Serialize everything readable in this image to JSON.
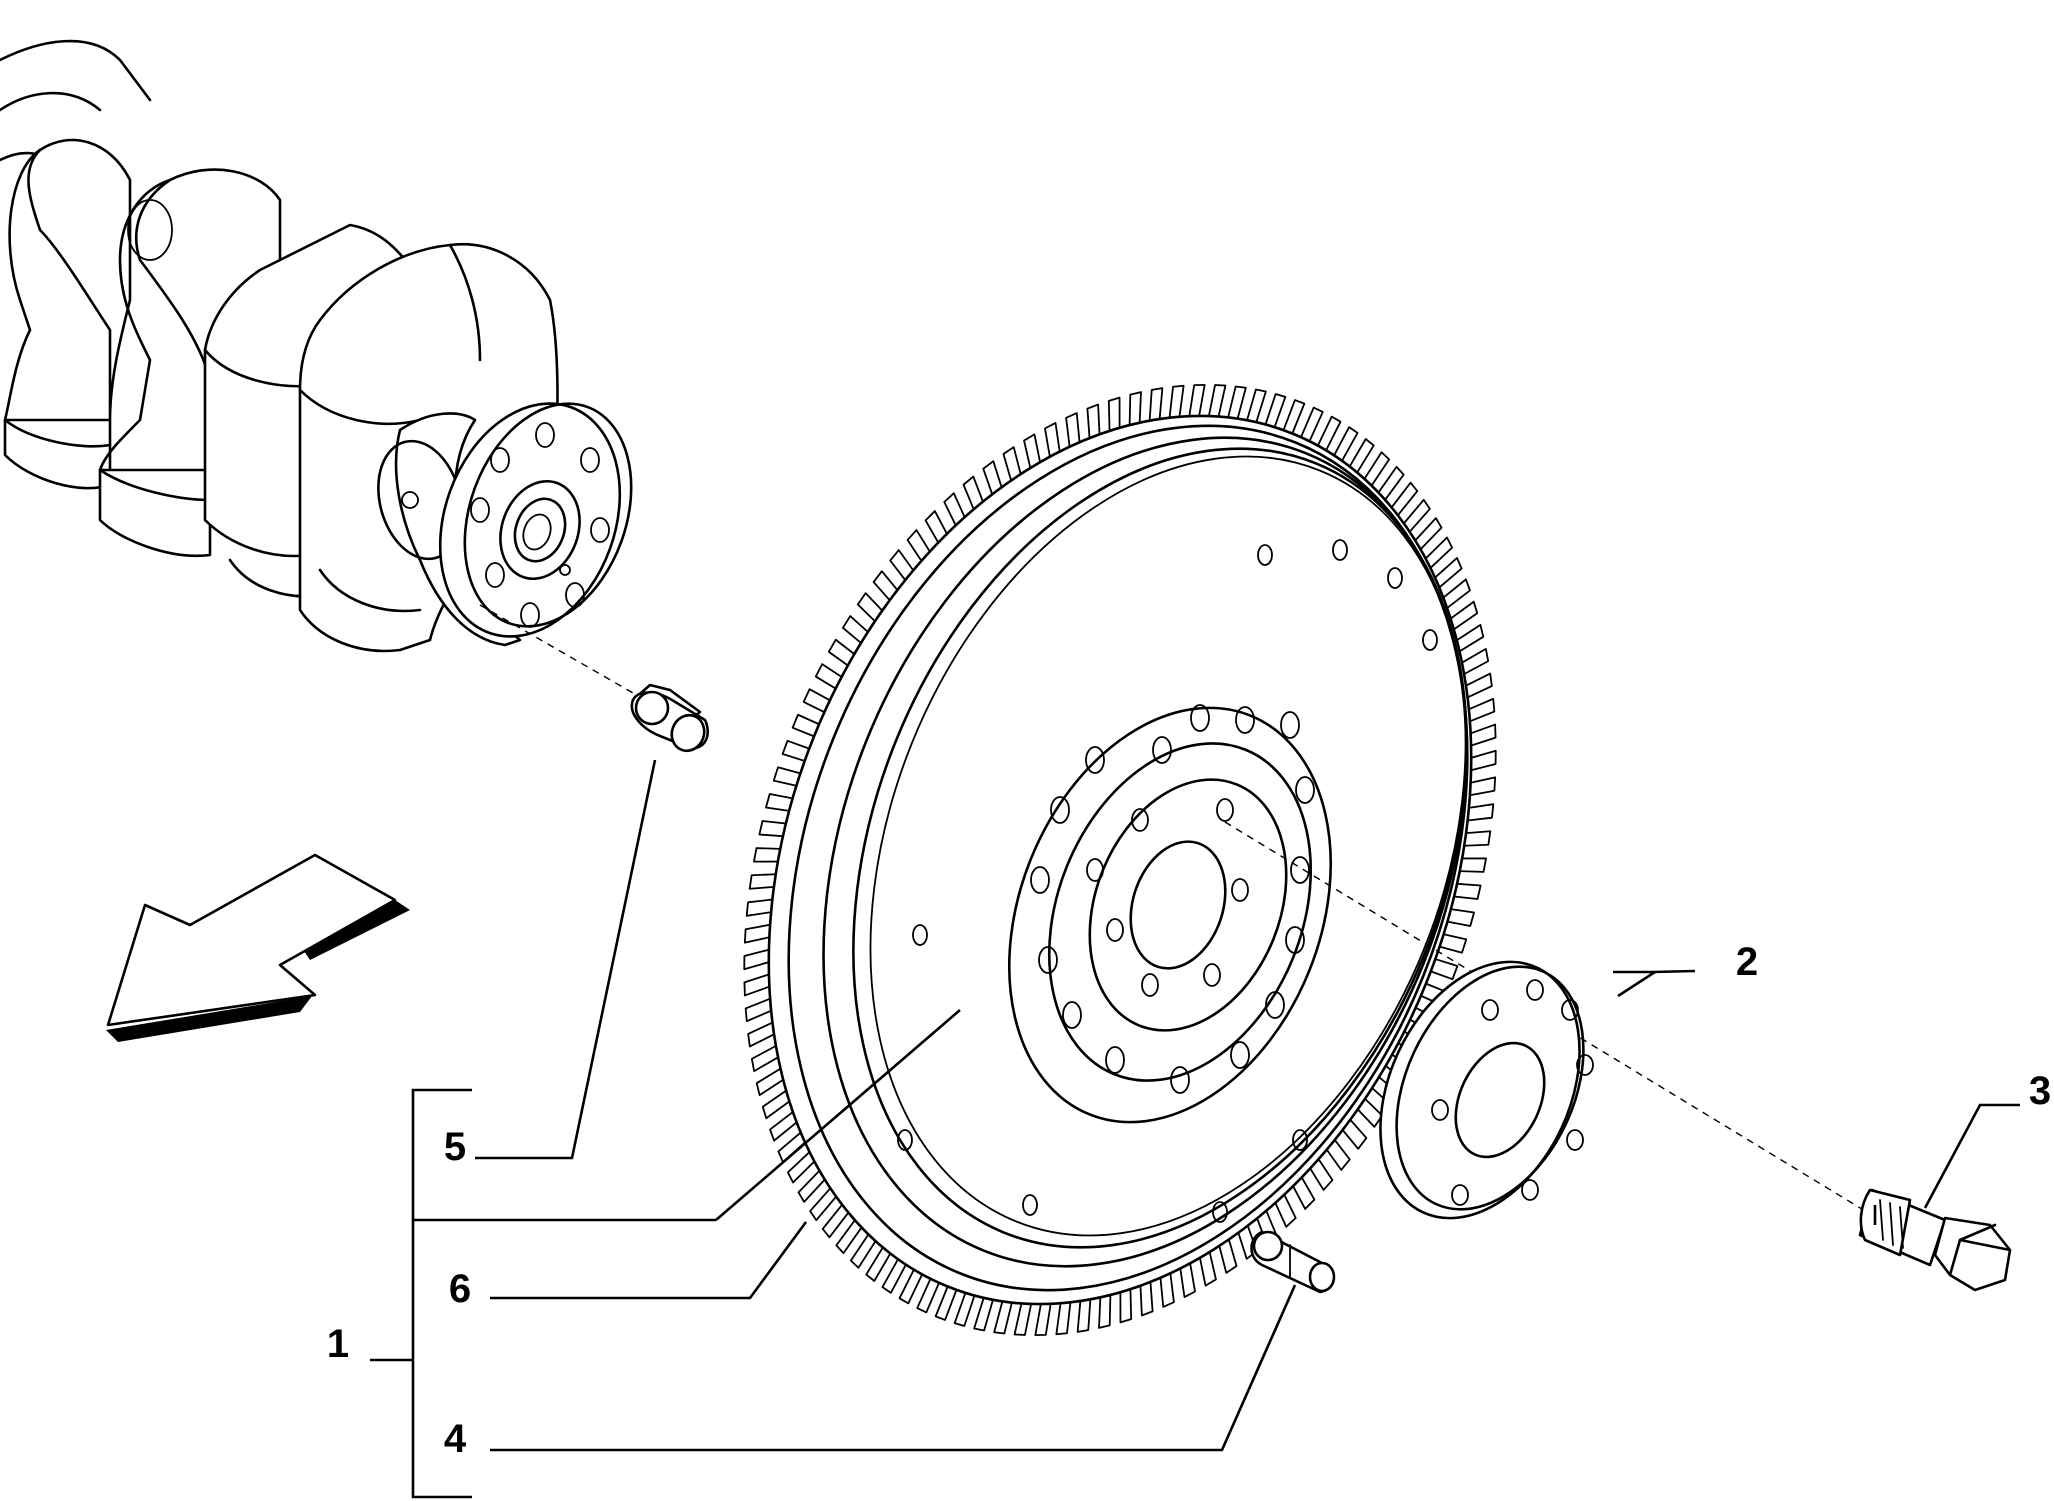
{
  "callouts": {
    "c1": "1",
    "c2": "2",
    "c3": "3",
    "c4": "4",
    "c5": "5",
    "c6": "6"
  },
  "icons": [
    "direction-arrow-icon"
  ],
  "colors": {
    "line": "#000000",
    "background": "#ffffff"
  }
}
